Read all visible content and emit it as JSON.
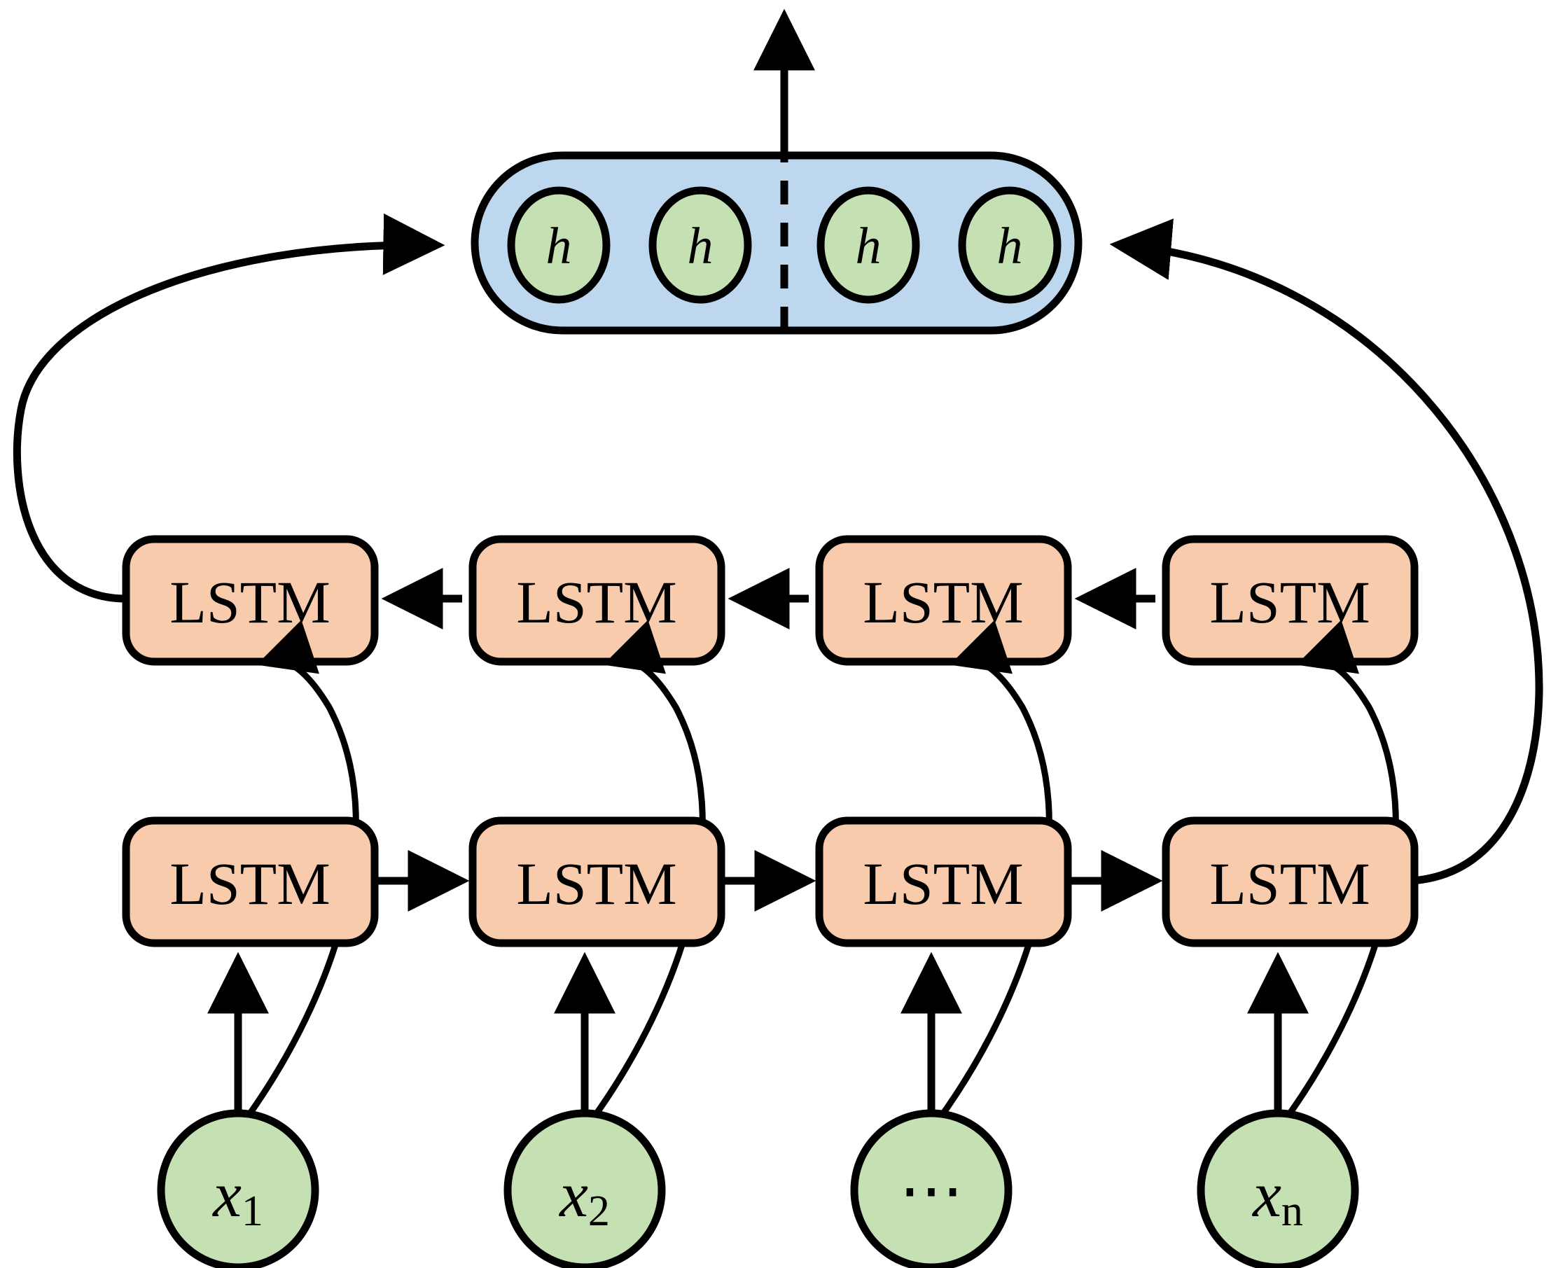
{
  "figure": {
    "title": "Bidirectional LSTM network architecture",
    "type": "diagram",
    "background_color": "#FFFFFF",
    "stroke_color": "#000000"
  },
  "colors": {
    "lstm_fill": "#F7CBAC",
    "node_fill": "#C5E0B3",
    "hidden_container_fill": "#BDD7EE",
    "stroke": "#000000"
  },
  "output": {
    "arrow_name": "output-arrow",
    "direction": "up"
  },
  "hidden_layer": {
    "container_name": "hidden-state-container",
    "divider": "dashed-divider",
    "units": [
      {
        "label": "h"
      },
      {
        "label": "h"
      },
      {
        "label": "h"
      },
      {
        "label": "h"
      }
    ]
  },
  "backward_layer": {
    "name": "backward-lstm-row",
    "direction": "right-to-left",
    "cells": [
      {
        "label": "LSTM"
      },
      {
        "label": "LSTM"
      },
      {
        "label": "LSTM"
      },
      {
        "label": "LSTM"
      }
    ]
  },
  "forward_layer": {
    "name": "forward-lstm-row",
    "direction": "left-to-right",
    "cells": [
      {
        "label": "LSTM"
      },
      {
        "label": "LSTM"
      },
      {
        "label": "LSTM"
      },
      {
        "label": "LSTM"
      }
    ]
  },
  "input_layer": {
    "name": "input-node-row",
    "nodes": [
      {
        "base": "x",
        "sub": "1",
        "label": "x1"
      },
      {
        "base": "x",
        "sub": "2",
        "label": "x2"
      },
      {
        "base": "⋯",
        "sub": "",
        "label": "⋯"
      },
      {
        "base": "x",
        "sub": "n",
        "label": "xn"
      }
    ]
  }
}
